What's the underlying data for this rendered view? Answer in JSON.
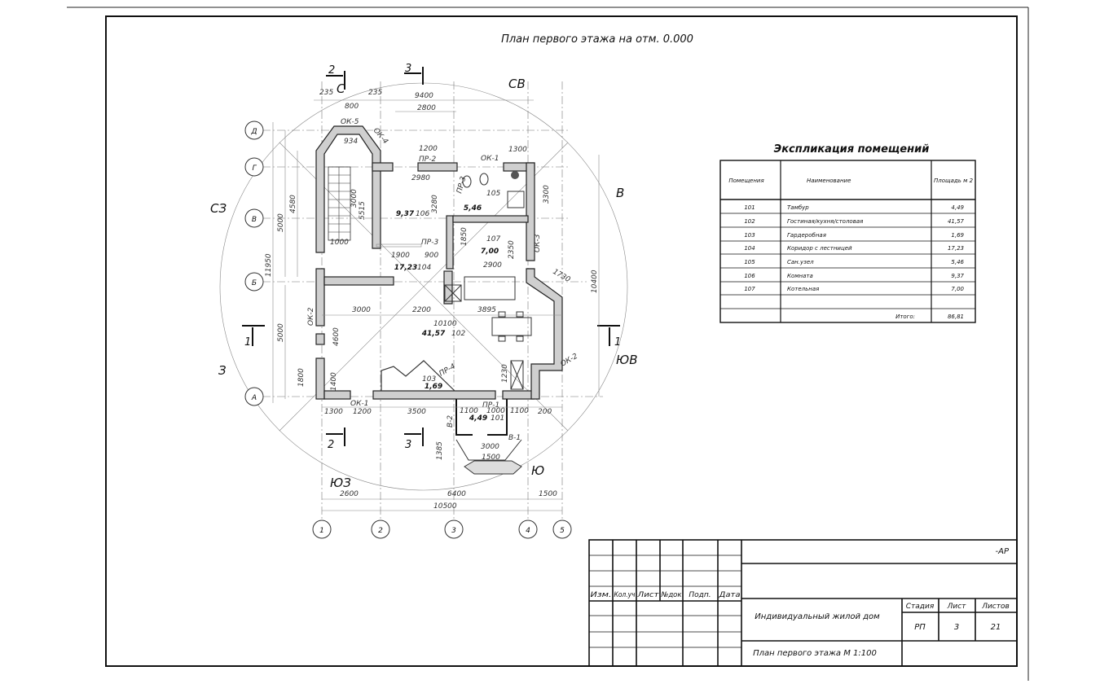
{
  "sheet": {
    "title": "План первого этажа на отм. 0.000"
  },
  "plan": {
    "axes_letters": [
      "Д",
      "Г",
      "В",
      "Б",
      "А"
    ],
    "axes_numbers": [
      "1",
      "2",
      "3",
      "4",
      "5"
    ],
    "directions": {
      "n": "С",
      "ne": "СВ",
      "e": "В",
      "se": "ЮВ",
      "s": "Ю",
      "sw": "ЮЗ",
      "w": "З",
      "nw": "СЗ"
    },
    "sections": {
      "s1": "1",
      "s2": "2",
      "s3": "3"
    },
    "room_areas": [
      {
        "area": "9,37",
        "num": "106"
      },
      {
        "area": "5,46",
        "num": "105"
      },
      {
        "area": "7,00",
        "num": "107"
      },
      {
        "area": "17,23",
        "num": "104"
      },
      {
        "area": "41,57",
        "num": "102"
      },
      {
        "area": "1,69",
        "num": "103"
      },
      {
        "area": "4,49",
        "num": "101"
      }
    ],
    "openings": [
      "ОК-5",
      "ОК-4",
      "ПР-2",
      "ОК-1",
      "ПР-3",
      "ОК-3",
      "ОК-2",
      "ОК-1",
      "ПР-4",
      "ПР-1",
      "В-1",
      "В-2",
      "ОК-2",
      "ПР-3"
    ],
    "dimensions": [
      "9400",
      "2800",
      "235",
      "235",
      "800",
      "934",
      "1200",
      "1300",
      "2980",
      "3280",
      "3300",
      "11950",
      "5000",
      "4580",
      "3000",
      "5515",
      "1000",
      "1900",
      "900",
      "2900",
      "2350",
      "1850",
      "3000",
      "2200",
      "3895",
      "10100",
      "10400",
      "5000",
      "4600",
      "3500",
      "1300",
      "1200",
      "1100",
      "1000",
      "1100",
      "3000",
      "1500",
      "2600",
      "6400",
      "1500",
      "10500",
      "1400",
      "1800",
      "200",
      "1230",
      "1730",
      "1385"
    ]
  },
  "explication": {
    "title": "Экспликация помещений",
    "headers": [
      "Помещения",
      "Наименование",
      "Площадь м 2"
    ],
    "rows": [
      {
        "num": "101",
        "name": "Тамбур",
        "area": "4,49"
      },
      {
        "num": "102",
        "name": "Гостиная/кухня/столовая",
        "area": "41,57"
      },
      {
        "num": "103",
        "name": "Гардеробная",
        "area": "1,69"
      },
      {
        "num": "104",
        "name": "Коридор с лестницей",
        "area": "17,23"
      },
      {
        "num": "105",
        "name": "Сан.узел",
        "area": "5,46"
      },
      {
        "num": "106",
        "name": "Комната",
        "area": "9,37"
      },
      {
        "num": "107",
        "name": "Котельная",
        "area": "7,00"
      }
    ],
    "total_label": "Итого:",
    "total": "86,81"
  },
  "title_block": {
    "code": "-АР",
    "columns": [
      "Изм.",
      "Кол.уч",
      "Лист",
      "№док",
      "Подп.",
      "Дата"
    ],
    "project": "Индивидуальный жилой дом",
    "stage_label": "Стадия",
    "sheet_label": "Лист",
    "sheets_label": "Листов",
    "stage": "РП",
    "sheet": "3",
    "sheets": "21",
    "drawing": "План первого этажа М 1:100"
  }
}
